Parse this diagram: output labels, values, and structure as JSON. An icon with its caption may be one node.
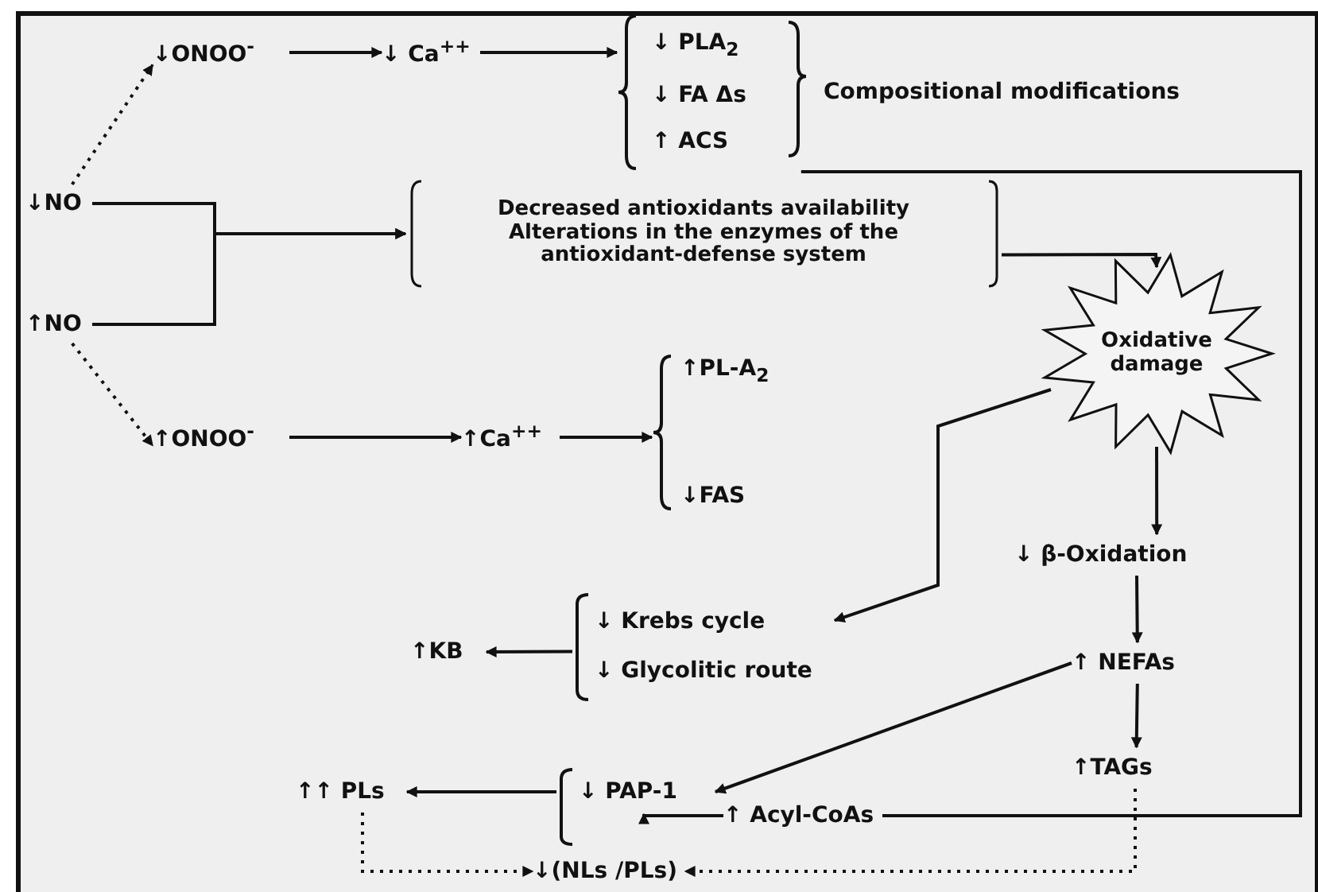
{
  "diagram": {
    "nodes": [
      {
        "text": [
          "↓NO"
        ]
      },
      {
        "text": [
          "↓ONOO$^{-}$"
        ]
      },
      {
        "text": [
          "↓ Ca$^{++}$"
        ]
      },
      {
        "text": [
          "↓ PLA$_{2}$",
          "↓ FA Δs",
          "↑ ACS"
        ],
        "beside": [
          "Compositional modifications"
        ]
      },
      {
        "text": [
          "↑NO"
        ]
      },
      {
        "text": [
          "Decreased antioxidants availability",
          "Alterations in the enzymes of the antioxidant-defense system"
        ]
      },
      {
        "text": [
          "↑ONOO$^{-}$"
        ]
      },
      {
        "text": [
          "↑Ca$^{++}$"
        ]
      },
      {
        "text": [
          "↑PL-A$_{2}$",
          "↓FAS"
        ]
      },
      {
        "text": [
          "Oxidative damage"
        ]
      },
      {
        "text": [
          "↓ β-Oxidation"
        ]
      },
      {
        "text": [
          "↓ Krebs cycle",
          "↓ Glycolitic route"
        ]
      },
      {
        "text": [
          "↑KB"
        ]
      },
      {
        "text": [
          "↑ NEFAs"
        ]
      },
      {
        "text": [
          "↑TAGs"
        ]
      },
      {
        "text": [
          "↓ PAP-1"
        ]
      },
      {
        "text": [
          "↑↑ PLs"
        ]
      },
      {
        "text": [
          "↑ Acyl-CoAs"
        ]
      },
      {
        "text": [
          "↓(NLs /PLs)"
        ]
      }
    ],
    "edges": [
      {
        "from": 0,
        "to": 1,
        "arrow": "to",
        "style": "dashed"
      },
      {
        "from": 1,
        "to": 2,
        "arrow": "to"
      },
      {
        "from": 2,
        "to": 3,
        "arrow": "to"
      },
      {
        "from": 0,
        "to": 5,
        "arrow": "to"
      },
      {
        "from": 4,
        "to": 5,
        "arrow": "to"
      },
      {
        "from": 4,
        "to": 6,
        "arrow": "to",
        "style": "dashed"
      },
      {
        "from": 6,
        "to": 7,
        "arrow": "to"
      },
      {
        "from": 7,
        "to": 8,
        "arrow": "to"
      },
      {
        "from": 5,
        "to": 9,
        "arrow": "to"
      },
      {
        "from": 9,
        "to": 10,
        "arrow": "to"
      },
      {
        "from": 9,
        "to": 11,
        "arrow": "to"
      },
      {
        "from": 11,
        "to": 12,
        "arrow": "to"
      },
      {
        "from": 10,
        "to": 13,
        "arrow": "to"
      },
      {
        "from": 13,
        "to": 14,
        "arrow": "to"
      },
      {
        "from": 13,
        "to": 15,
        "arrow": "to"
      },
      {
        "from": 15,
        "to": 16,
        "arrow": "to"
      },
      {
        "from": 17,
        "to": 15,
        "arrow": "to"
      },
      {
        "from": 3,
        "to": 17,
        "arrow": "none"
      },
      {
        "from": 16,
        "to": 18,
        "arrow": "to",
        "style": "dashed"
      },
      {
        "from": 14,
        "to": 18,
        "arrow": "to",
        "style": "dashed"
      }
    ]
  }
}
